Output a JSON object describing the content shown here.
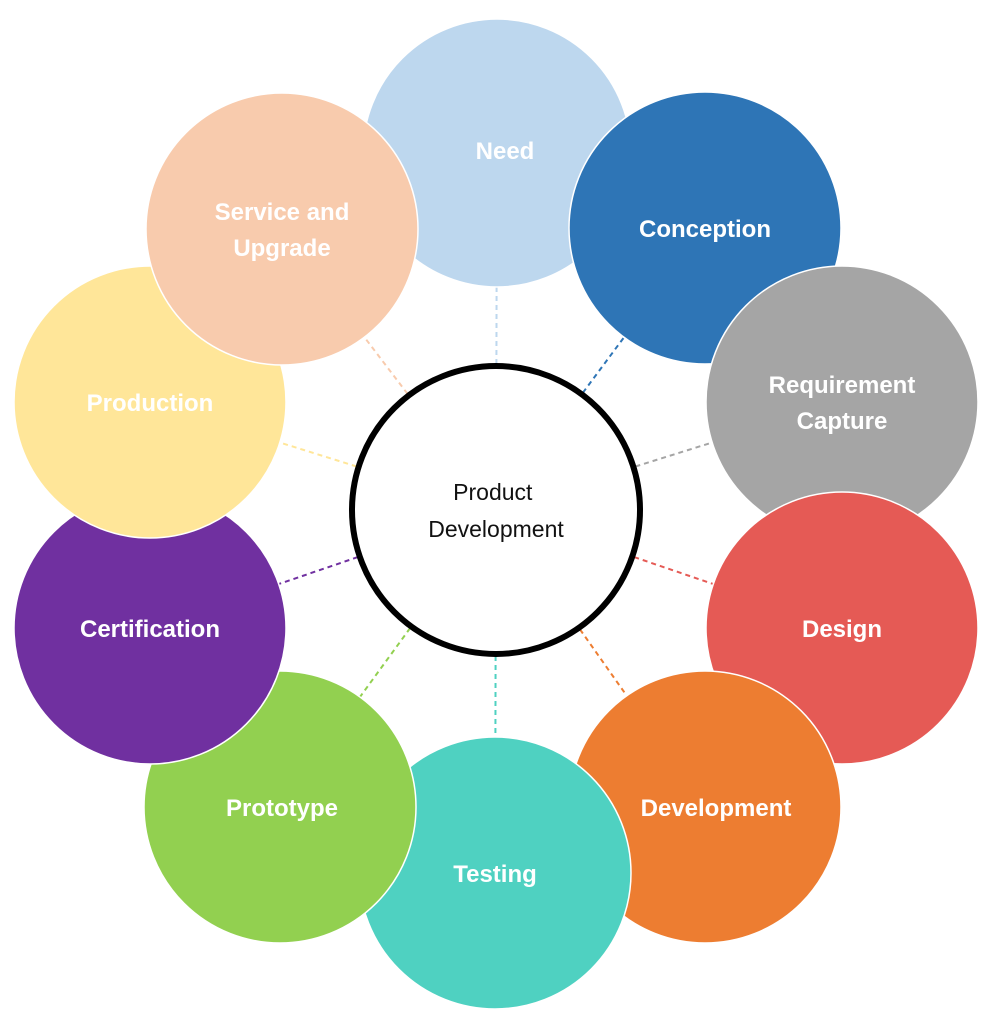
{
  "center": {
    "label_lines": [
      "Product",
      "Development"
    ]
  },
  "nodes": [
    {
      "id": "need",
      "label_lines": [
        "Need"
      ],
      "color": "#BDD7EE"
    },
    {
      "id": "conception",
      "label_lines": [
        "Conception"
      ],
      "color": "#2E75B6"
    },
    {
      "id": "requirement-capture",
      "label_lines": [
        "Requirement",
        "Capture"
      ],
      "color": "#A5A5A5"
    },
    {
      "id": "design",
      "label_lines": [
        "Design"
      ],
      "color": "#E55A55"
    },
    {
      "id": "development",
      "label_lines": [
        "Development"
      ],
      "color": "#ED7D31"
    },
    {
      "id": "testing",
      "label_lines": [
        "Testing"
      ],
      "color": "#4FD1C1"
    },
    {
      "id": "prototype",
      "label_lines": [
        "Prototype"
      ],
      "color": "#92D050"
    },
    {
      "id": "certification",
      "label_lines": [
        "Certification"
      ],
      "color": "#7030A0"
    },
    {
      "id": "production",
      "label_lines": [
        "Production"
      ],
      "color": "#FFE699"
    },
    {
      "id": "service-and-upgrade",
      "label_lines": [
        "Service and",
        "Upgrade"
      ],
      "color": "#F8CBAD"
    }
  ]
}
